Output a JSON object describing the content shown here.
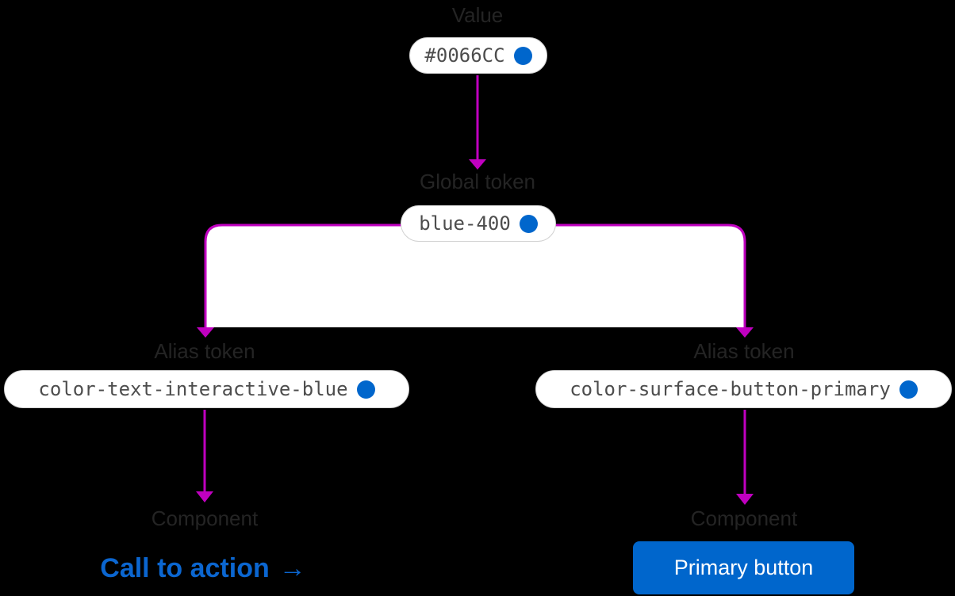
{
  "diagram": {
    "description": "Design token flow diagram: value to global token to alias tokens to components",
    "background": "#000000",
    "colors": {
      "accent_blue": "#0066CC",
      "connector_magenta": "#C000C0",
      "pill_background": "#FFFFFF",
      "pill_border": "#D2D2D2",
      "pill_text": "#4D4D4D",
      "label_text": "#242424",
      "button_text": "#FFFFFF"
    },
    "nodes": {
      "value": {
        "label": "Value",
        "token": "#0066CC"
      },
      "global": {
        "label": "Global token",
        "token": "blue-400"
      },
      "alias_left": {
        "label": "Alias token",
        "token": "color-text-interactive-blue"
      },
      "alias_right": {
        "label": "Alias token",
        "token": "color-surface-button-primary"
      },
      "component_left": {
        "label": "Component",
        "example_link": "Call to action",
        "arrow_glyph": "→"
      },
      "component_right": {
        "label": "Component",
        "example_button": "Primary button"
      }
    }
  }
}
